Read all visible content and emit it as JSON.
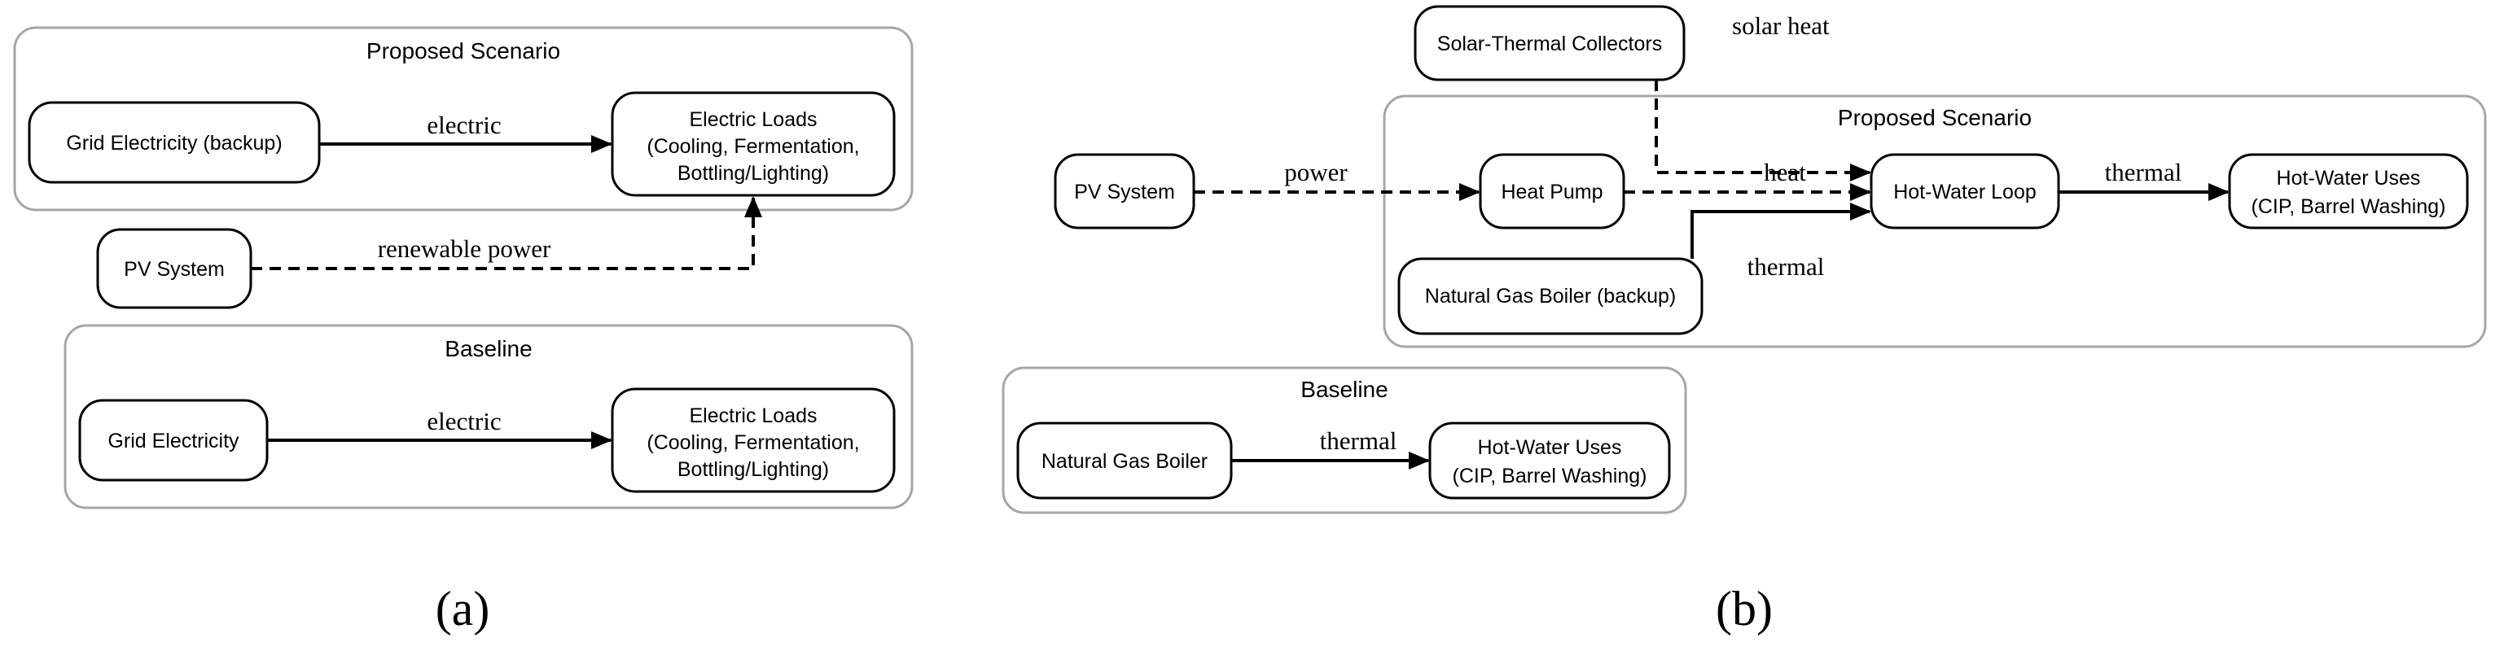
{
  "panel_a": {
    "label": "(a)",
    "proposed": {
      "title": "Proposed Scenario",
      "grid_backup": "Grid Electricity (backup)",
      "loads": [
        "Electric Loads",
        "(Cooling, Fermentation,",
        "Bottling/Lighting)"
      ],
      "edge_electric": "electric"
    },
    "pv_system": "PV System",
    "edge_renewable": "renewable power",
    "baseline": {
      "title": "Baseline",
      "grid": "Grid Electricity",
      "loads": [
        "Electric Loads",
        "(Cooling, Fermentation,",
        "Bottling/Lighting)"
      ],
      "edge_electric": "electric"
    }
  },
  "panel_b": {
    "label": "(b)",
    "solar_collectors": "Solar-Thermal Collectors",
    "edge_solar_heat": "solar heat",
    "pv_system": "PV System",
    "edge_power": "power",
    "proposed": {
      "title": "Proposed Scenario",
      "heat_pump": "Heat Pump",
      "edge_heat": "heat",
      "hot_water_loop": "Hot-Water Loop",
      "edge_thermal_uses": "thermal",
      "hot_water_uses": [
        "Hot-Water Uses",
        "(CIP, Barrel Washing)"
      ],
      "gas_boiler_backup": "Natural Gas Boiler (backup)",
      "edge_thermal_boiler": "thermal"
    },
    "baseline": {
      "title": "Baseline",
      "gas_boiler": "Natural Gas Boiler",
      "edge_thermal": "thermal",
      "hot_water_uses": [
        "Hot-Water Uses",
        "(CIP, Barrel Washing)"
      ]
    }
  }
}
